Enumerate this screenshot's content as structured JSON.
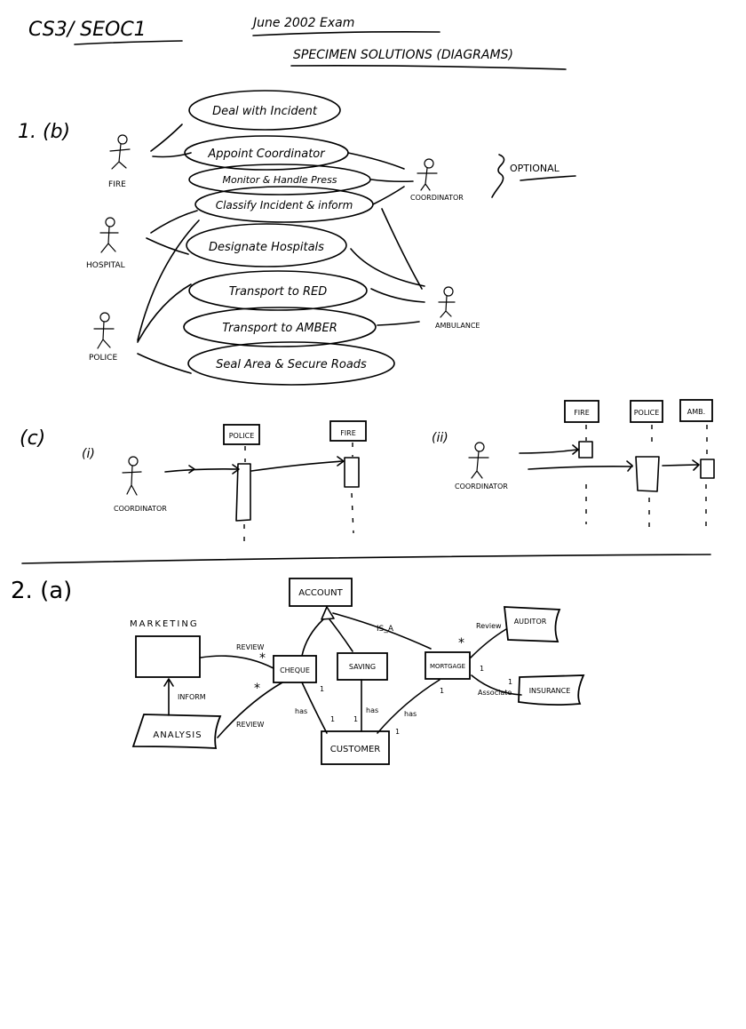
{
  "header": {
    "course": "CS3/ SEOC1",
    "exam": "June 2002 Exam",
    "subtitle": "SPECIMEN SOLUTIONS (DIAGRAMS)"
  },
  "q1b": {
    "label": "1. (b)",
    "actors": [
      "FIRE",
      "HOSPITAL",
      "POLICE",
      "COORDINATOR",
      "AMBULANCE"
    ],
    "use_cases": [
      "Deal with Incident",
      "Appoint Coordinator",
      "Monitor & Handle Press",
      "Classify Incident & inform",
      "Designate Hospitals",
      "Transport to RED",
      "Transport to AMBER",
      "Seal Area & Secure Roads"
    ],
    "note": "OPTIONAL"
  },
  "q1c": {
    "label": "(c)",
    "part_i": {
      "label": "(i)",
      "actor": "COORDINATOR",
      "objects": [
        "POLICE",
        "FIRE"
      ]
    },
    "part_ii": {
      "label": "(ii)",
      "actor": "COORDINATOR",
      "objects": [
        "FIRE",
        "POLICE",
        "AMB."
      ]
    }
  },
  "q2a": {
    "label": "2. (a)",
    "classes": {
      "account": "ACCOUNT",
      "marketing_title": "MARKETING",
      "marketing": "",
      "cheque": "CHEQUE",
      "saving": "SAVING",
      "mortgage": "MORTGAGE",
      "analysis": "ANALYSIS",
      "customer": "CUSTOMER",
      "auditor": "AUDITOR",
      "insurance": "INSURANCE"
    },
    "associations": {
      "review_top": "REVIEW",
      "review_bottom": "REVIEW",
      "inform": "INFORM",
      "is_a": "IS_A",
      "review_auditor": "Review",
      "associate": "Associate",
      "has1": "has",
      "has2": "has",
      "has3": "has"
    },
    "multiplicities": {
      "many": "*",
      "one": "1"
    }
  }
}
